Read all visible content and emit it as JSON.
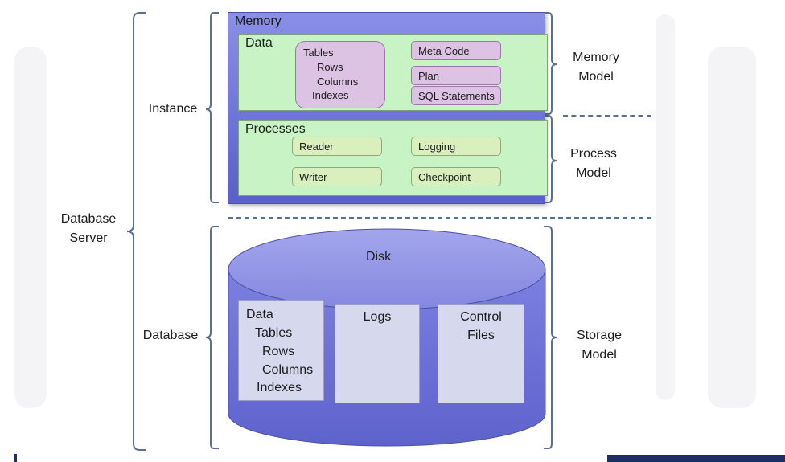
{
  "labels": {
    "database_server": "Database\nServer",
    "instance": "Instance",
    "database": "Database",
    "memory_model": "Memory\nModel",
    "process_model": "Process\nModel",
    "storage_model": "Storage\nModel"
  },
  "memory": {
    "title": "Memory",
    "data_title": "Data",
    "tables_lines": [
      "Tables",
      "Rows",
      "Columns",
      "Indexes"
    ],
    "meta_code": "Meta Code",
    "plan": "Plan",
    "sql_statements": "SQL Statements"
  },
  "processes": {
    "title": "Processes",
    "reader": "Reader",
    "logging": "Logging",
    "writer": "Writer",
    "checkpoint": "Checkpoint"
  },
  "disk": {
    "title": "Disk",
    "data_lines": [
      "Data",
      "Tables",
      "Rows",
      "Columns",
      "Indexes"
    ],
    "logs": "Logs",
    "control_files": "Control\nFiles"
  },
  "colors": {
    "instance_fill": "#7378dc",
    "memory_green": "#c8f3c5",
    "purple_pill": "#dcc2e3",
    "green_pill": "#d9efbe",
    "disk_fill": "#7378dc",
    "brace": "#5a6f92"
  }
}
